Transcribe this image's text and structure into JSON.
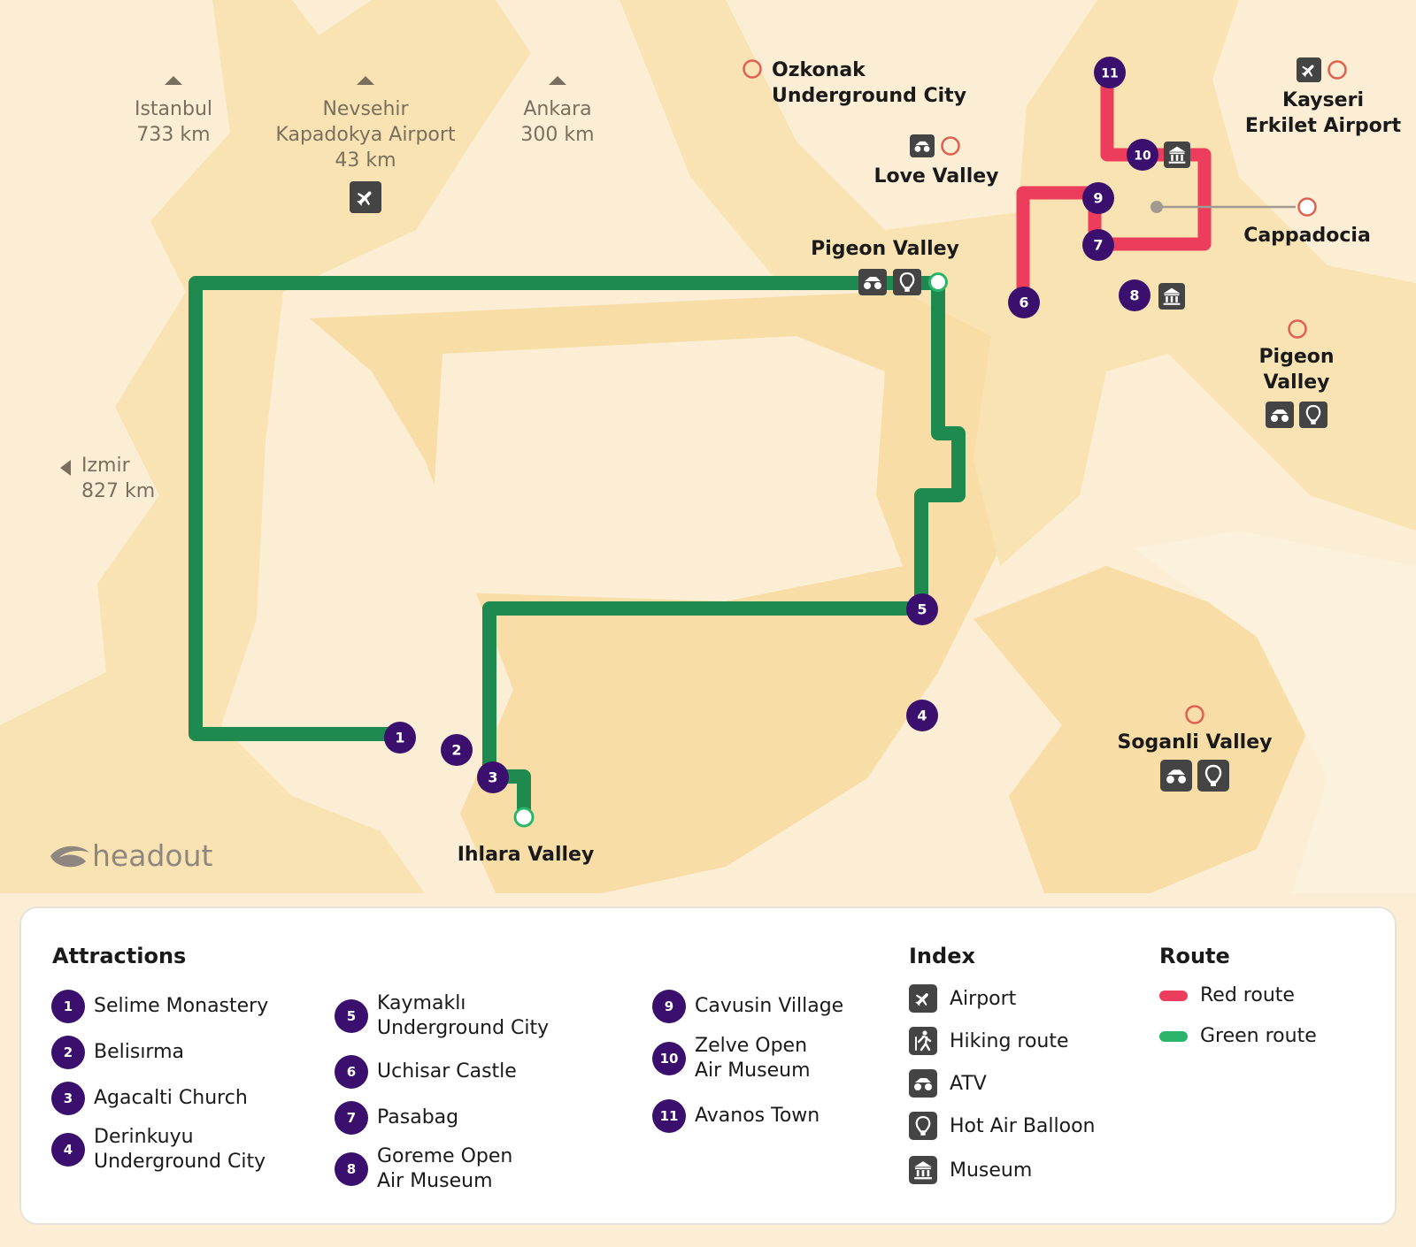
{
  "brand": "headout",
  "colors": {
    "green": "#1e8a4f",
    "red": "#ec3e5c",
    "purple": "#3a0f6e",
    "sand_light": "#fbeed4",
    "sand_dark": "#f7dfa9",
    "label_gray": "#7a6f5e",
    "icon_dark": "#444444"
  },
  "directions": [
    {
      "name": "Istanbul",
      "distance": "733 km",
      "icon": "triangle-up-icon"
    },
    {
      "name": "Nevsehir\nKapadokya Airport",
      "distance": "43 km",
      "icon": "triangle-up-icon"
    },
    {
      "name": "Ankara",
      "distance": "300 km",
      "icon": "triangle-up-icon"
    },
    {
      "name": "Izmir",
      "distance": "827 km",
      "icon": "triangle-left-icon"
    }
  ],
  "places": {
    "ozkonak": "Ozkonak\nUnderground City",
    "love_valley": "Love Valley",
    "kayseri": "Kayseri\nErkilet Airport",
    "cappadocia": "Cappadocia",
    "pigeon_valley_east": "Pigeon\nValley",
    "soganli": "Soganli Valley",
    "pigeon_valley": "Pigeon Valley",
    "ihlara": "Ihlara Valley"
  },
  "legend": {
    "attractions_title": "Attractions",
    "index_title": "Index",
    "route_title": "Route",
    "attractions": [
      {
        "num": "1",
        "name": "Selime Monastery"
      },
      {
        "num": "2",
        "name": "Belisırma"
      },
      {
        "num": "3",
        "name": "Agacalti Church"
      },
      {
        "num": "4",
        "name": "Derinkuyu\nUnderground City"
      },
      {
        "num": "5",
        "name": "Kaymaklı\nUnderground City"
      },
      {
        "num": "6",
        "name": "Uchisar Castle"
      },
      {
        "num": "7",
        "name": "Pasabag"
      },
      {
        "num": "8",
        "name": "Goreme Open\nAir Museum"
      },
      {
        "num": "9",
        "name": "Cavusin Village"
      },
      {
        "num": "10",
        "name": "Zelve Open\nAir Museum"
      },
      {
        "num": "11",
        "name": "Avanos Town"
      }
    ],
    "index": [
      {
        "icon": "airport-icon",
        "label": "Airport"
      },
      {
        "icon": "hiking-icon",
        "label": "Hiking route"
      },
      {
        "icon": "atv-icon",
        "label": "ATV"
      },
      {
        "icon": "hot-air-balloon-icon",
        "label": "Hot Air Balloon"
      },
      {
        "icon": "museum-icon",
        "label": "Museum"
      }
    ],
    "routes": [
      {
        "label": "Red route",
        "color": "#ec3e5c"
      },
      {
        "label": "Green route",
        "color": "#2ab56a"
      }
    ]
  }
}
